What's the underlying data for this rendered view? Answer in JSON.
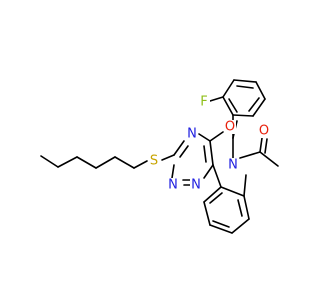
{
  "structure": {
    "atom_labels": {
      "fluorine": "F",
      "carbonyl_oxygen": "O",
      "ring_oxygen": "O",
      "ring_nitrogen": "N",
      "triazine_n_top": "N",
      "triazine_n_bottom_left": "N",
      "triazine_n_bottom_right": "N",
      "sulfur": "S"
    },
    "colors": {
      "fluorine": "#8fbf1a",
      "oxygen": "#e8200c",
      "nitrogen": "#2020e0",
      "sulfur": "#c8a400",
      "bond": "#000000"
    }
  }
}
